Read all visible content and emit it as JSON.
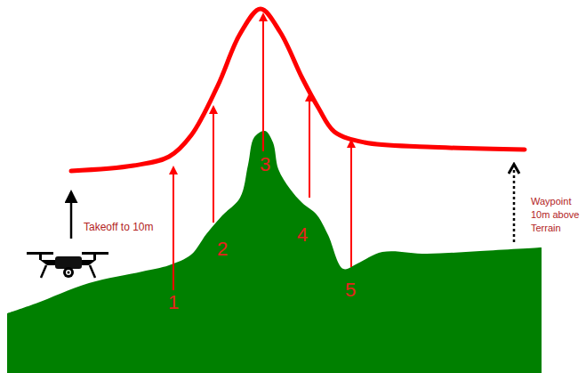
{
  "diagram": {
    "labels": [
      "Takeoff to 10m",
      "1",
      "2",
      "3",
      "4",
      "5",
      "Waypoint 10m above Terrain"
    ]
  }
}
